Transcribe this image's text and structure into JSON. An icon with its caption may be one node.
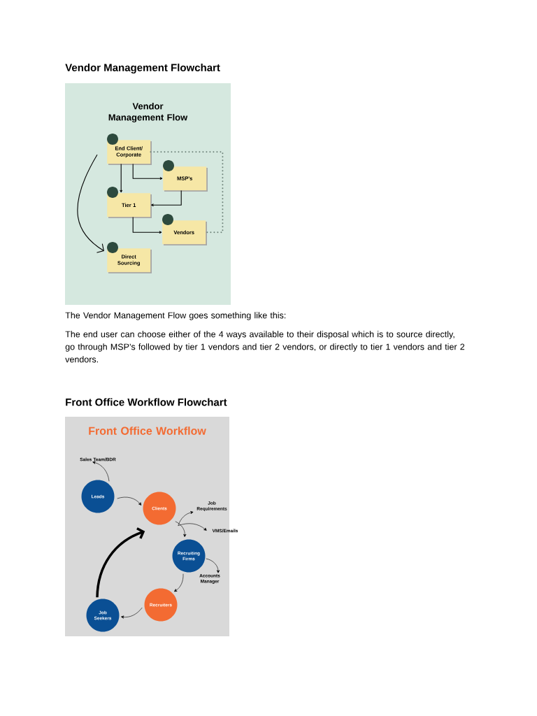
{
  "diagram": {
    "nodes": [
      {
        "text": [
          "Vendor Management Flow"
        ]
      },
      {
        "text": [
          "End Client/ Corporate"
        ],
        "in": 0
      },
      {
        "text": [
          "MSP's"
        ],
        "in": 0
      },
      {
        "text": [
          "Tier 1"
        ],
        "in": 0
      },
      {
        "text": [
          "Vendors"
        ],
        "in": 0
      },
      {
        "text": [
          "Direct Sourcing"
        ],
        "in": 0
      },
      {
        "text": [
          "Front Office Workflow"
        ]
      },
      {
        "text": [
          "Sales Team/BDR"
        ],
        "in": 6
      },
      {
        "text": [
          "Leads"
        ],
        "in": 6
      },
      {
        "text": [
          "Clients"
        ],
        "in": 6
      },
      {
        "text": [
          "Job Requirements"
        ],
        "in": 6
      },
      {
        "text": [
          "VMS/Emails"
        ],
        "in": 6
      },
      {
        "text": [
          "Recruiting Firms"
        ],
        "in": 6
      },
      {
        "text": [
          "Accounts Manager"
        ],
        "in": 6
      },
      {
        "text": [
          "Recruiters"
        ],
        "in": 6
      },
      {
        "text": [
          "Job Seekers"
        ],
        "in": 6
      }
    ],
    "edges": [
      {
        "from": 1,
        "to": 3,
        "arrow": "to"
      },
      {
        "from": 1,
        "to": 2,
        "arrow": "to"
      },
      {
        "from": 2,
        "to": 3,
        "arrow": "to"
      },
      {
        "from": 3,
        "to": 4,
        "arrow": "to"
      },
      {
        "from": 1,
        "to": 5,
        "arrow": "to"
      },
      {
        "from": 1,
        "to": 4,
        "arrow": "none",
        "style": "dashed",
        "color": "#6b7f76"
      },
      {
        "from": 8,
        "to": 7,
        "arrow": "to"
      },
      {
        "from": 8,
        "to": 9,
        "arrow": "to"
      },
      {
        "from": 9,
        "to": 10,
        "arrow": "to"
      },
      {
        "from": 9,
        "to": 11,
        "arrow": "to"
      },
      {
        "from": 9,
        "to": 12,
        "arrow": "to"
      },
      {
        "from": 12,
        "to": 13,
        "arrow": "to"
      },
      {
        "from": 12,
        "to": 14,
        "arrow": "to"
      },
      {
        "from": 14,
        "to": 15,
        "arrow": "to"
      },
      {
        "from": 15,
        "to": 9,
        "arrow": "to",
        "style": "thick"
      }
    ],
    "labels": [
      "Vendor Management Flowchart",
      "The Vendor Management Flow goes something like this:",
      "The end user can choose either of the 4 ways available to their disposal which is to source directly, go through MSP’s followed by tier 1 vendors and tier 2 vendors, or directly to tier 1 vendors and tier 2 vendors.",
      "Front Office Workflow Flowchart"
    ]
  }
}
